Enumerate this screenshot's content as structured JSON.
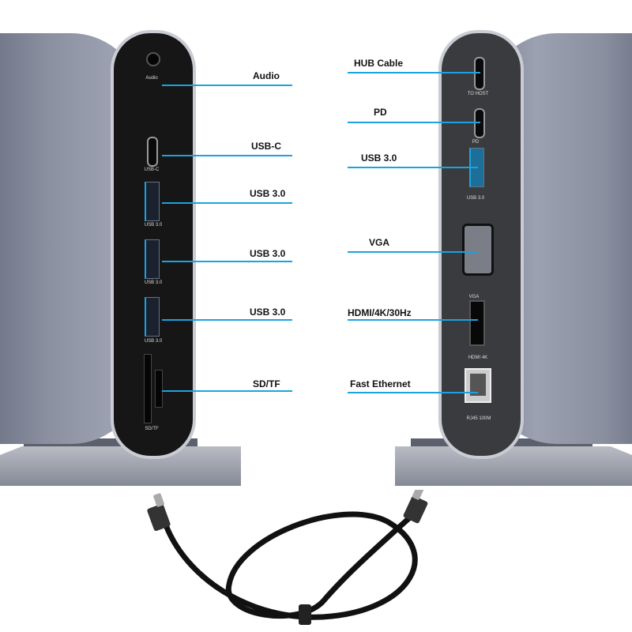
{
  "left_callouts": [
    {
      "label": "Audio",
      "port_text": "Audio"
    },
    {
      "label": "USB-C",
      "port_text": "USB-C"
    },
    {
      "label": "USB 3.0",
      "port_text": "USB 3.0"
    },
    {
      "label": "USB 3.0",
      "port_text": "USB 3.0"
    },
    {
      "label": "USB 3.0",
      "port_text": "USB 3.0"
    },
    {
      "label": "SD/TF",
      "port_text": "SD/TF"
    }
  ],
  "right_callouts": [
    {
      "label": "HUB Cable",
      "port_text": "TO HOST"
    },
    {
      "label": "PD",
      "port_text": "PD"
    },
    {
      "label": "USB 3.0",
      "port_text": "USB 3.0"
    },
    {
      "label": "VGA",
      "port_text": "VGA"
    },
    {
      "label": "HDMI/4K/30Hz",
      "port_text": "HDMI 4K"
    },
    {
      "label": "Fast Ethernet",
      "port_text": "RJ45 100M"
    }
  ],
  "colors": {
    "callout_line": "#1aa3e0",
    "body": "#8a90a0",
    "panel": "#161617"
  }
}
